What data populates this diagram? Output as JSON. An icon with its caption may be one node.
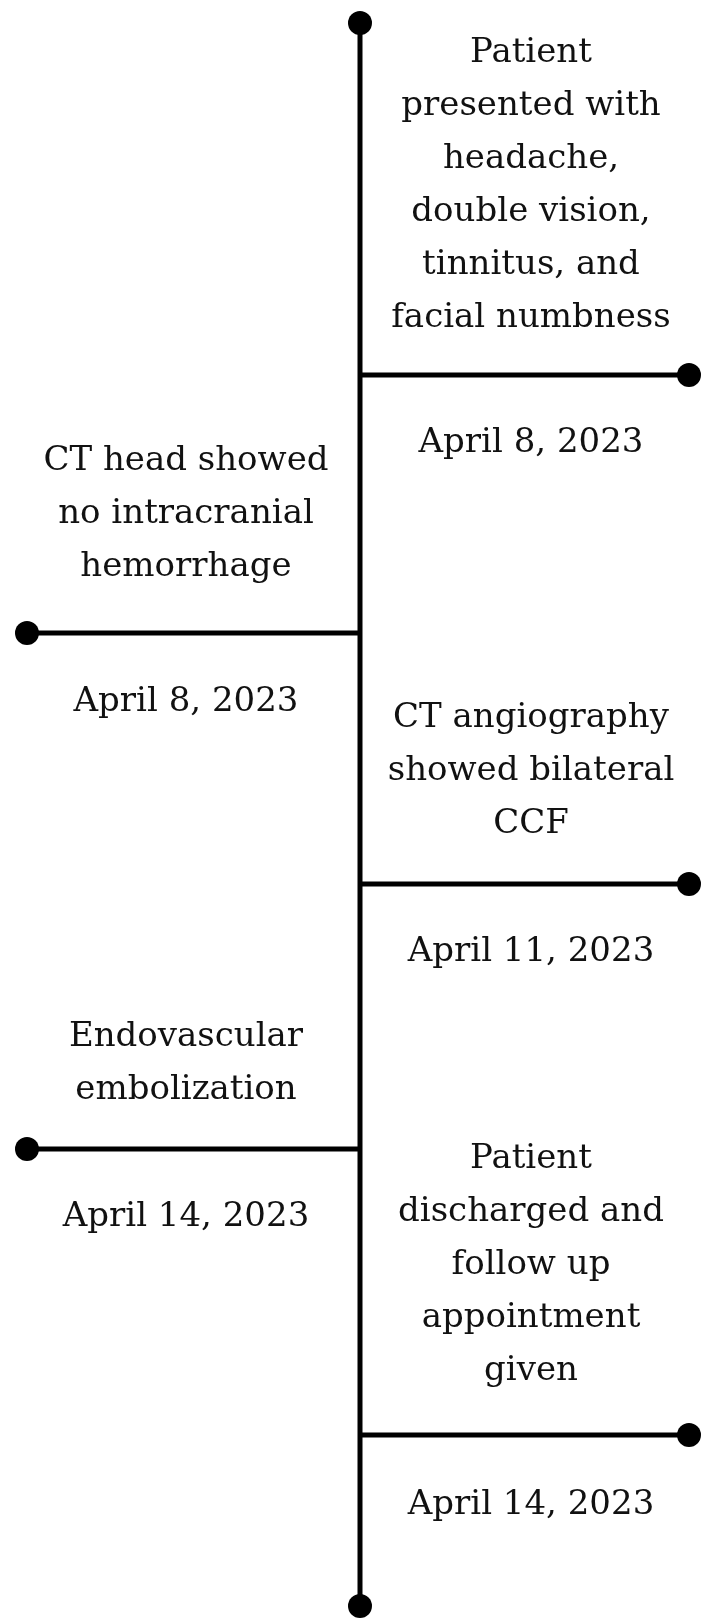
{
  "diagram": {
    "nodes": [
      {
        "text": [
          "Patient presented with headache, double vision, tinnitus, and facial numbness"
        ],
        "beside": [
          "April 8, 2023"
        ]
      },
      {
        "text": [
          "CT head showed no intracranial hemorrhage"
        ],
        "beside": [
          "April 8, 2023"
        ]
      },
      {
        "text": [
          "CT angiography showed bilateral CCF"
        ],
        "beside": [
          "April 11, 2023"
        ]
      },
      {
        "text": [
          "Endovascular embolization"
        ],
        "beside": [
          "April 14, 2023"
        ]
      },
      {
        "text": [
          "Patient discharged and follow up appointment given"
        ],
        "beside": [
          "April 14, 2023"
        ]
      }
    ]
  }
}
